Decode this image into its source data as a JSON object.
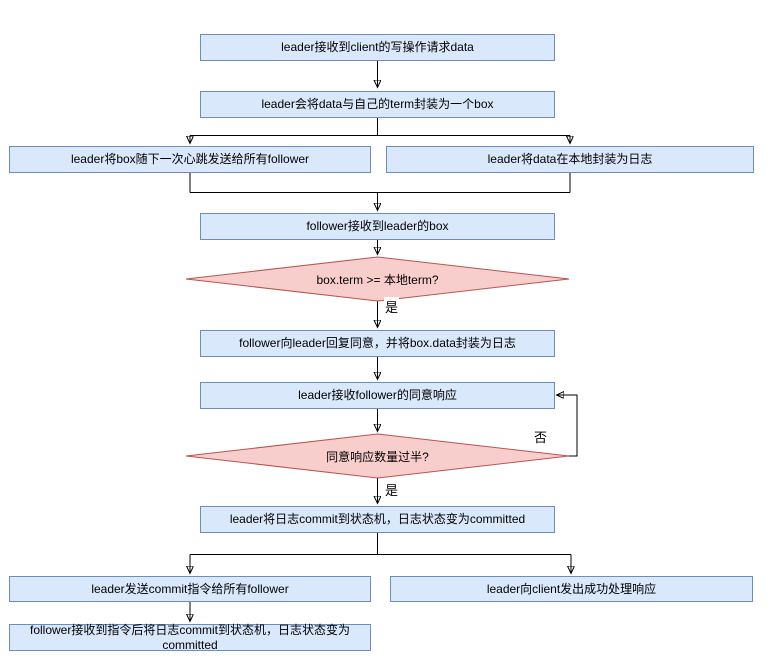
{
  "colors": {
    "process_fill": "#dae8fc",
    "process_border": "#6c8ebf",
    "decision_fill": "#f8cecc",
    "decision_border": "#b85450",
    "connector": "#000000",
    "background": "#ffffff"
  },
  "flowchart": {
    "nodes": [
      {
        "id": "receive-client-request",
        "shape": "process",
        "label": "leader接收到client的写操作请求data"
      },
      {
        "id": "wrap-data-term-box",
        "shape": "process",
        "label": "leader会将data与自己的term封装为一个box"
      },
      {
        "id": "send-box-heartbeat",
        "shape": "process",
        "label": "leader将box随下一次心跳发送给所有follower"
      },
      {
        "id": "leader-local-log",
        "shape": "process",
        "label": "leader将data在本地封装为日志"
      },
      {
        "id": "follower-receive-box",
        "shape": "process",
        "label": "follower接收到leader的box"
      },
      {
        "id": "term-check",
        "shape": "decision",
        "label": "box.term >= 本地term?"
      },
      {
        "id": "follower-agree-log",
        "shape": "process",
        "label": "follower向leader回复同意，并将box.data封装为日志"
      },
      {
        "id": "leader-receive-agree",
        "shape": "process",
        "label": "leader接收follower的同意响应"
      },
      {
        "id": "majority-check",
        "shape": "decision",
        "label": "同意响应数量过半?"
      },
      {
        "id": "leader-commit",
        "shape": "process",
        "label": "leader将日志commit到状态机，日志状态变为committed"
      },
      {
        "id": "send-commit-command",
        "shape": "process",
        "label": "leader发送commit指令给所有follower"
      },
      {
        "id": "respond-client",
        "shape": "process",
        "label": "leader向client发出成功处理响应"
      },
      {
        "id": "follower-commit",
        "shape": "process",
        "label": "follower接收到指令后将日志commit到状态机，日志状态变为committed"
      }
    ],
    "edge_labels": {
      "term_check_yes": "是",
      "majority_check_yes": "是",
      "majority_check_no": "否"
    }
  }
}
